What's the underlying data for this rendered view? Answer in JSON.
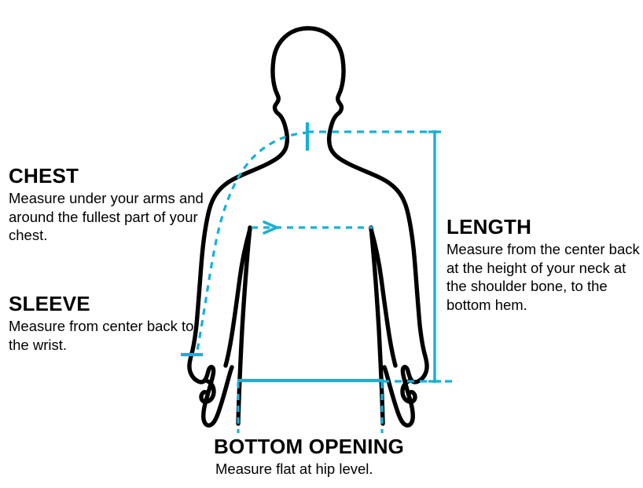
{
  "diagram": {
    "name": "garment-measurement-guide",
    "accent_color": "#16b1d9",
    "outline_color": "#000000",
    "background_color": "#ffffff"
  },
  "callouts": {
    "chest": {
      "title": "CHEST",
      "body": "Measure under your arms and around the fullest part of your chest."
    },
    "sleeve": {
      "title": "SLEEVE",
      "body": "Measure from center back to the wrist."
    },
    "length": {
      "title": "LENGTH",
      "body": "Measure from the center back at the height of your neck at the shoulder bone, to the bottom hem."
    },
    "bottom_opening": {
      "title": "BOTTOM OPENING",
      "body": "Measure flat at hip level."
    }
  },
  "measurement_lines": {
    "chest": {
      "label": "chest-measure-line",
      "style": "dashed-with-arrow",
      "color": "#16b1d9"
    },
    "sleeve": {
      "label": "sleeve-measure-curve",
      "style": "dashed-curve",
      "color": "#16b1d9"
    },
    "length": {
      "label": "length-measure-line",
      "style": "solid-vertical-with-dashed-leaders",
      "color": "#16b1d9"
    },
    "bottom_opening": {
      "label": "bottom-opening-measure-line",
      "style": "solid-horizontal-with-dashed-leaders",
      "color": "#16b1d9"
    },
    "neck_center": {
      "label": "center-back-neck-tick",
      "style": "solid-vertical-tick",
      "color": "#16b1d9"
    },
    "wrist": {
      "label": "wrist-tick",
      "style": "solid-horizontal-tick",
      "color": "#16b1d9"
    }
  }
}
